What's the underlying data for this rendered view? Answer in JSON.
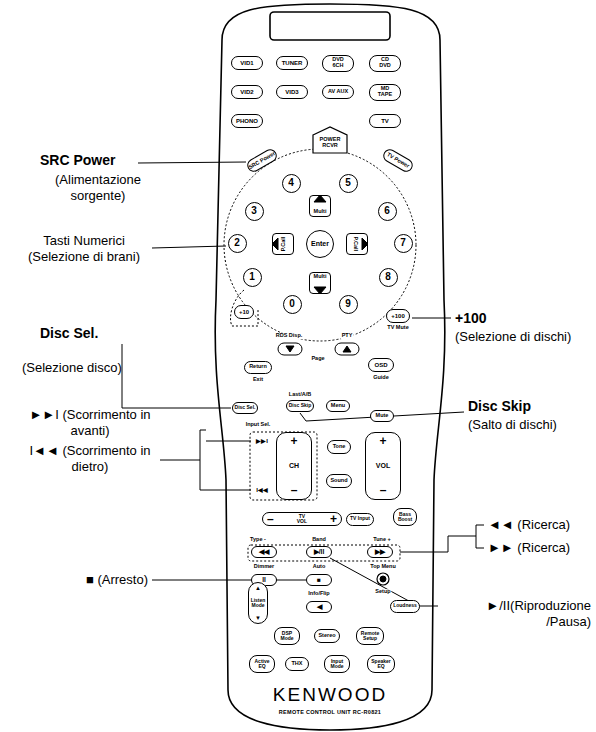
{
  "diagram": {
    "nodes": [
      {
        "text": [
          "KENWOOD",
          "REMOTE CONTROL UNIT RC-R0821"
        ]
      },
      {
        "text": [
          "VID1"
        ],
        "in": 0
      },
      {
        "text": [
          "TUNER"
        ],
        "in": 0
      },
      {
        "text": [
          "DVD 6CH"
        ],
        "in": 0
      },
      {
        "text": [
          "CD DVD"
        ],
        "in": 0
      },
      {
        "text": [
          "VID2"
        ],
        "in": 0
      },
      {
        "text": [
          "VID3"
        ],
        "in": 0
      },
      {
        "text": [
          "AV AUX"
        ],
        "in": 0
      },
      {
        "text": [
          "MD TAPE"
        ],
        "in": 0
      },
      {
        "text": [
          "PHONO"
        ],
        "in": 0
      },
      {
        "text": [
          "TV"
        ],
        "in": 0
      },
      {
        "text": [
          "POWER RCVR"
        ],
        "in": 0
      },
      {
        "text": [
          "SRC Power"
        ],
        "in": 0
      },
      {
        "text": [
          "TV Power"
        ],
        "in": 0
      },
      {
        "text": [
          "4"
        ],
        "in": 0
      },
      {
        "text": [
          "5"
        ],
        "in": 0
      },
      {
        "text": [
          "3"
        ],
        "in": 0
      },
      {
        "text": [
          "6"
        ],
        "in": 0
      },
      {
        "text": [
          "2"
        ],
        "in": 0
      },
      {
        "text": [
          "Multi"
        ],
        "in": 0
      },
      {
        "text": [
          "P.Call"
        ],
        "in": 0
      },
      {
        "text": [
          "Enter"
        ],
        "in": 0
      },
      {
        "text": [
          "P.Call"
        ],
        "in": 0
      },
      {
        "text": [
          "7"
        ],
        "in": 0
      },
      {
        "text": [
          "Multi"
        ],
        "in": 0
      },
      {
        "text": [
          "1"
        ],
        "in": 0
      },
      {
        "text": [
          "8"
        ],
        "in": 0
      },
      {
        "text": [
          "0"
        ],
        "in": 0
      },
      {
        "text": [
          "9"
        ],
        "in": 0
      },
      {
        "text": [
          "+10"
        ],
        "in": 0
      },
      {
        "text": [
          "+100"
        ],
        "in": 0
      },
      {
        "text": [
          "Return"
        ],
        "in": 0
      },
      {
        "text": [
          "OSD"
        ],
        "in": 0
      },
      {
        "text": [
          "Disc Sel."
        ],
        "in": 0
      },
      {
        "text": [
          "Disc Skip"
        ],
        "in": 0
      },
      {
        "text": [
          "Menu"
        ],
        "in": 0
      },
      {
        "text": [
          "Mute"
        ],
        "in": 0
      },
      {
        "text": [
          "+",
          "CH",
          "–"
        ],
        "in": 0
      },
      {
        "text": [
          "Tone"
        ],
        "in": 0
      },
      {
        "text": [
          "Sound"
        ],
        "in": 0
      },
      {
        "text": [
          "+",
          "VOL",
          "–"
        ],
        "in": 0
      },
      {
        "text": [
          "–",
          "TV VOL",
          "+"
        ],
        "in": 0
      },
      {
        "text": [
          "TV Input"
        ],
        "in": 0
      },
      {
        "text": [
          "Bass Boost"
        ],
        "in": 0
      },
      {
        "text": [
          "◀◀"
        ],
        "in": 0
      },
      {
        "text": [
          "▶/II"
        ],
        "in": 0
      },
      {
        "text": [
          "▶▶"
        ],
        "in": 0
      },
      {
        "text": [
          "II"
        ],
        "in": 0
      },
      {
        "text": [
          "■"
        ],
        "in": 0
      },
      {
        "text": [
          "◀"
        ],
        "in": 0
      },
      {
        "text": [
          "Loudness"
        ],
        "in": 0
      },
      {
        "text": [
          "▲",
          "Listen Mode",
          "▼"
        ],
        "in": 0
      },
      {
        "text": [
          "DSP Mode"
        ],
        "in": 0
      },
      {
        "text": [
          "Stereo"
        ],
        "in": 0
      },
      {
        "text": [
          "Remote Setup"
        ],
        "in": 0
      },
      {
        "text": [
          "Active EQ"
        ],
        "in": 0
      },
      {
        "text": [
          "THX"
        ],
        "in": 0
      },
      {
        "text": [
          "Input Mode"
        ],
        "in": 0
      },
      {
        "text": [
          "Speaker EQ"
        ],
        "in": 0
      }
    ],
    "labels": [
      "SRC Power",
      "(Alimentazione sorgente)",
      "Tasti Numerici (Selezione di brani)",
      "Disc Sel.",
      "(Selezione disco)",
      "►►I (Scorrimento in avanti)",
      "I◄◄ (Scorrimento in dietro)",
      "■ (Arresto)",
      "+100",
      "(Selezione di dischi)",
      "Disc Skip",
      "(Salto di dischi)",
      "◄◄ (Ricerca)",
      "►► (Ricerca)",
      "►/II(Riproduzione /Pausa)",
      "RDS Disp.",
      "PTY",
      "Page",
      "Exit",
      "Guide",
      "Last/A/B",
      "TV Mute",
      "Input Sel.",
      "▶▶I",
      "I◀◀",
      "Type -",
      "Band",
      "Tune +",
      "Dimmer",
      "Auto",
      "Top Menu",
      "Setup",
      "Info/Flip"
    ]
  }
}
